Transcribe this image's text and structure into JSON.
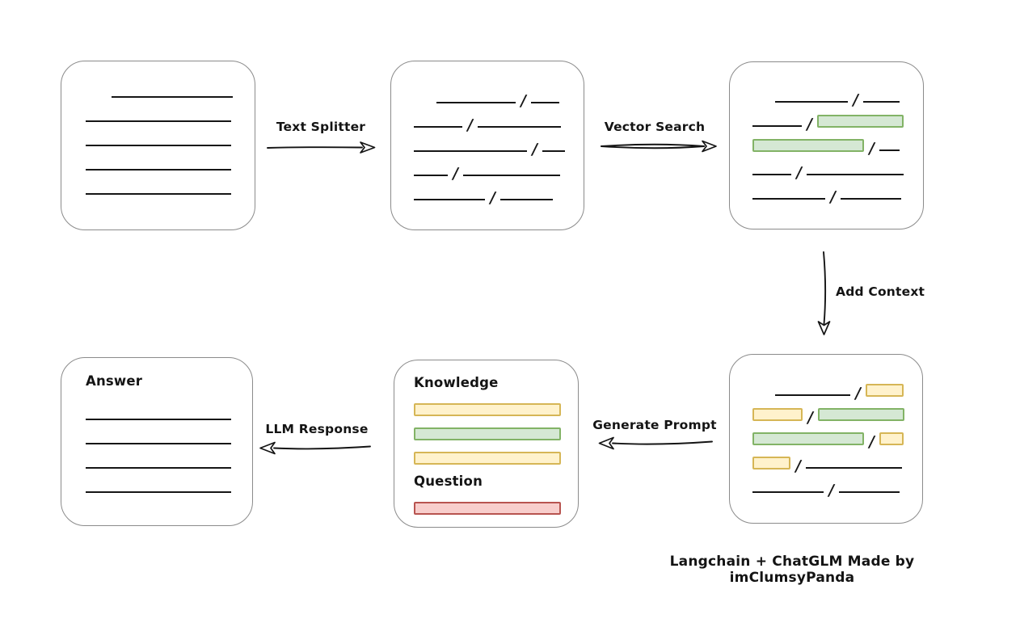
{
  "caption": "Langchain + ChatGLM Made by imClumsyPanda",
  "slash_glyph": "/",
  "colors": {
    "text": "#141414",
    "line": "#161616",
    "arrow": "#141414",
    "card_border": "#8b8b8b",
    "green_fill": "#d5e8d4",
    "green_stroke": "#82b366",
    "yellow_fill": "#fff2cc",
    "yellow_stroke": "#d6b656",
    "red_fill": "#f8cecc",
    "red_stroke": "#b85450"
  },
  "arrows": [
    {
      "id": "text-splitter",
      "label": "Text Splitter",
      "from": "source-document",
      "to": "split-text",
      "direction": "right"
    },
    {
      "id": "vector-search",
      "label": "Vector Search",
      "from": "split-text",
      "to": "vector-matched",
      "direction": "right"
    },
    {
      "id": "add-context",
      "label": "Add Context",
      "from": "vector-matched",
      "to": "context-added",
      "direction": "down"
    },
    {
      "id": "generate-prompt",
      "label": "Generate Prompt",
      "from": "context-added",
      "to": "prompt",
      "direction": "left"
    },
    {
      "id": "llm-response",
      "label": "LLM Response",
      "from": "prompt",
      "to": "answer",
      "direction": "left"
    }
  ],
  "cards": [
    {
      "id": "source-document",
      "rows": [
        {
          "indent": 32,
          "segments": [
            {
              "type": "line",
              "w": 150
            }
          ]
        },
        {
          "segments": [
            {
              "type": "line",
              "w": 180
            }
          ]
        },
        {
          "segments": [
            {
              "type": "line",
              "w": 180
            }
          ]
        },
        {
          "segments": [
            {
              "type": "line",
              "w": 180
            }
          ]
        },
        {
          "segments": [
            {
              "type": "line",
              "w": 180
            }
          ]
        }
      ]
    },
    {
      "id": "split-text",
      "rows": [
        {
          "indent": 28,
          "segments": [
            {
              "type": "line",
              "w": 98
            },
            {
              "type": "line",
              "w": 35
            }
          ]
        },
        {
          "segments": [
            {
              "type": "line",
              "w": 60
            },
            {
              "type": "line",
              "w": 103
            }
          ]
        },
        {
          "segments": [
            {
              "type": "line",
              "w": 140
            },
            {
              "type": "line",
              "w": 28
            }
          ]
        },
        {
          "segments": [
            {
              "type": "line",
              "w": 42
            },
            {
              "type": "line",
              "w": 120
            }
          ]
        },
        {
          "segments": [
            {
              "type": "line",
              "w": 88
            },
            {
              "type": "line",
              "w": 65
            }
          ]
        }
      ]
    },
    {
      "id": "vector-matched",
      "rows": [
        {
          "indent": 28,
          "segments": [
            {
              "type": "line",
              "w": 90
            },
            {
              "type": "line",
              "w": 45
            }
          ]
        },
        {
          "segments": [
            {
              "type": "line",
              "w": 61
            },
            {
              "type": "chip",
              "color": "green",
              "w": 103
            }
          ]
        },
        {
          "segments": [
            {
              "type": "chip",
              "color": "green",
              "w": 134
            },
            {
              "type": "line",
              "w": 25
            }
          ]
        },
        {
          "segments": [
            {
              "type": "line",
              "w": 48
            },
            {
              "type": "line",
              "w": 120
            }
          ]
        },
        {
          "segments": [
            {
              "type": "line",
              "w": 90
            },
            {
              "type": "line",
              "w": 75
            }
          ]
        }
      ]
    },
    {
      "id": "context-added",
      "rows": [
        {
          "indent": 28,
          "segments": [
            {
              "type": "line",
              "w": 93
            },
            {
              "type": "chip",
              "color": "yellow",
              "w": 43
            }
          ]
        },
        {
          "segments": [
            {
              "type": "chip",
              "color": "yellow",
              "w": 58
            },
            {
              "type": "chip",
              "color": "green",
              "w": 103
            }
          ]
        },
        {
          "segments": [
            {
              "type": "chip",
              "color": "green",
              "w": 134
            },
            {
              "type": "chip",
              "color": "yellow",
              "w": 26
            }
          ]
        },
        {
          "segments": [
            {
              "type": "chip",
              "color": "yellow",
              "w": 43
            },
            {
              "type": "line",
              "w": 119
            }
          ]
        },
        {
          "segments": [
            {
              "type": "line",
              "w": 88
            },
            {
              "type": "line",
              "w": 75
            }
          ]
        }
      ]
    },
    {
      "id": "prompt",
      "rows": [
        {
          "label": "Knowledge",
          "name": "knowledge-label"
        },
        {
          "segments": [
            {
              "type": "chip",
              "color": "yellow",
              "w": 178
            }
          ]
        },
        {
          "segments": [
            {
              "type": "chip",
              "color": "green",
              "w": 178
            }
          ]
        },
        {
          "segments": [
            {
              "type": "chip",
              "color": "yellow",
              "w": 178
            }
          ]
        },
        {
          "label": "Question",
          "name": "question-label"
        },
        {
          "segments": [
            {
              "type": "chip",
              "color": "red",
              "w": 178
            }
          ]
        }
      ]
    },
    {
      "id": "answer",
      "rows": [
        {
          "label": "Answer",
          "name": "answer-label"
        },
        {
          "segments": [
            {
              "type": "line",
              "w": 180
            }
          ]
        },
        {
          "segments": [
            {
              "type": "line",
              "w": 180
            }
          ]
        },
        {
          "segments": [
            {
              "type": "line",
              "w": 180
            }
          ]
        },
        {
          "segments": [
            {
              "type": "line",
              "w": 180
            }
          ]
        }
      ]
    }
  ]
}
